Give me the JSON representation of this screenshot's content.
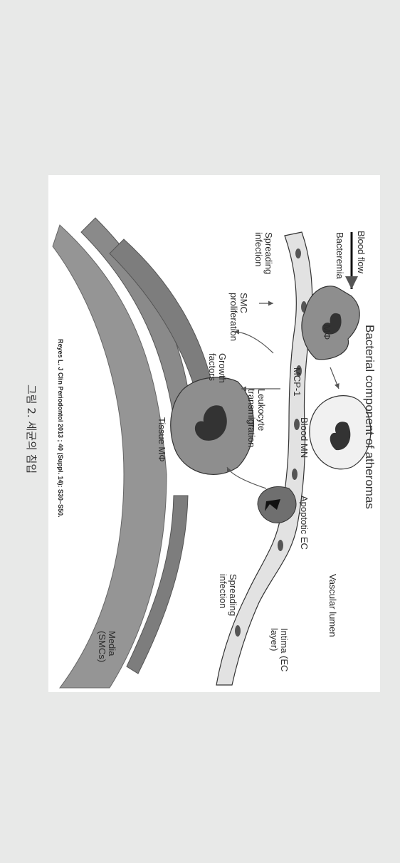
{
  "caption": "그림 2. 세균의 침입",
  "figure": {
    "title": "Bacterial component of atheromas",
    "citation": "Reyes L. J Clin Periodontol 2013 ; 40 (Suppl. 14): S30–S50.",
    "labels": {
      "blood_flow": "Blood flow",
      "bacteremia": "Bacteremia",
      "spreading_infection_left": "Spreading infection",
      "macrophage": "MΦ",
      "mcp1": "MCP-1",
      "blood_mn": "Blood MN",
      "vascular_lumen": "Vascular lumen",
      "leukocyte_transmigration": "Leukocyte transmigration",
      "apoptotic_ec": "Apoptotic EC",
      "intima": "Intima (EC layer)",
      "smc_proliferation": "SMC proliferation",
      "growth_factors": "Growth factors",
      "tissue_macrophage": "Tissue MΦ",
      "spreading_infection_right": "Spreading infection",
      "media": "Media (SMCs)"
    }
  }
}
